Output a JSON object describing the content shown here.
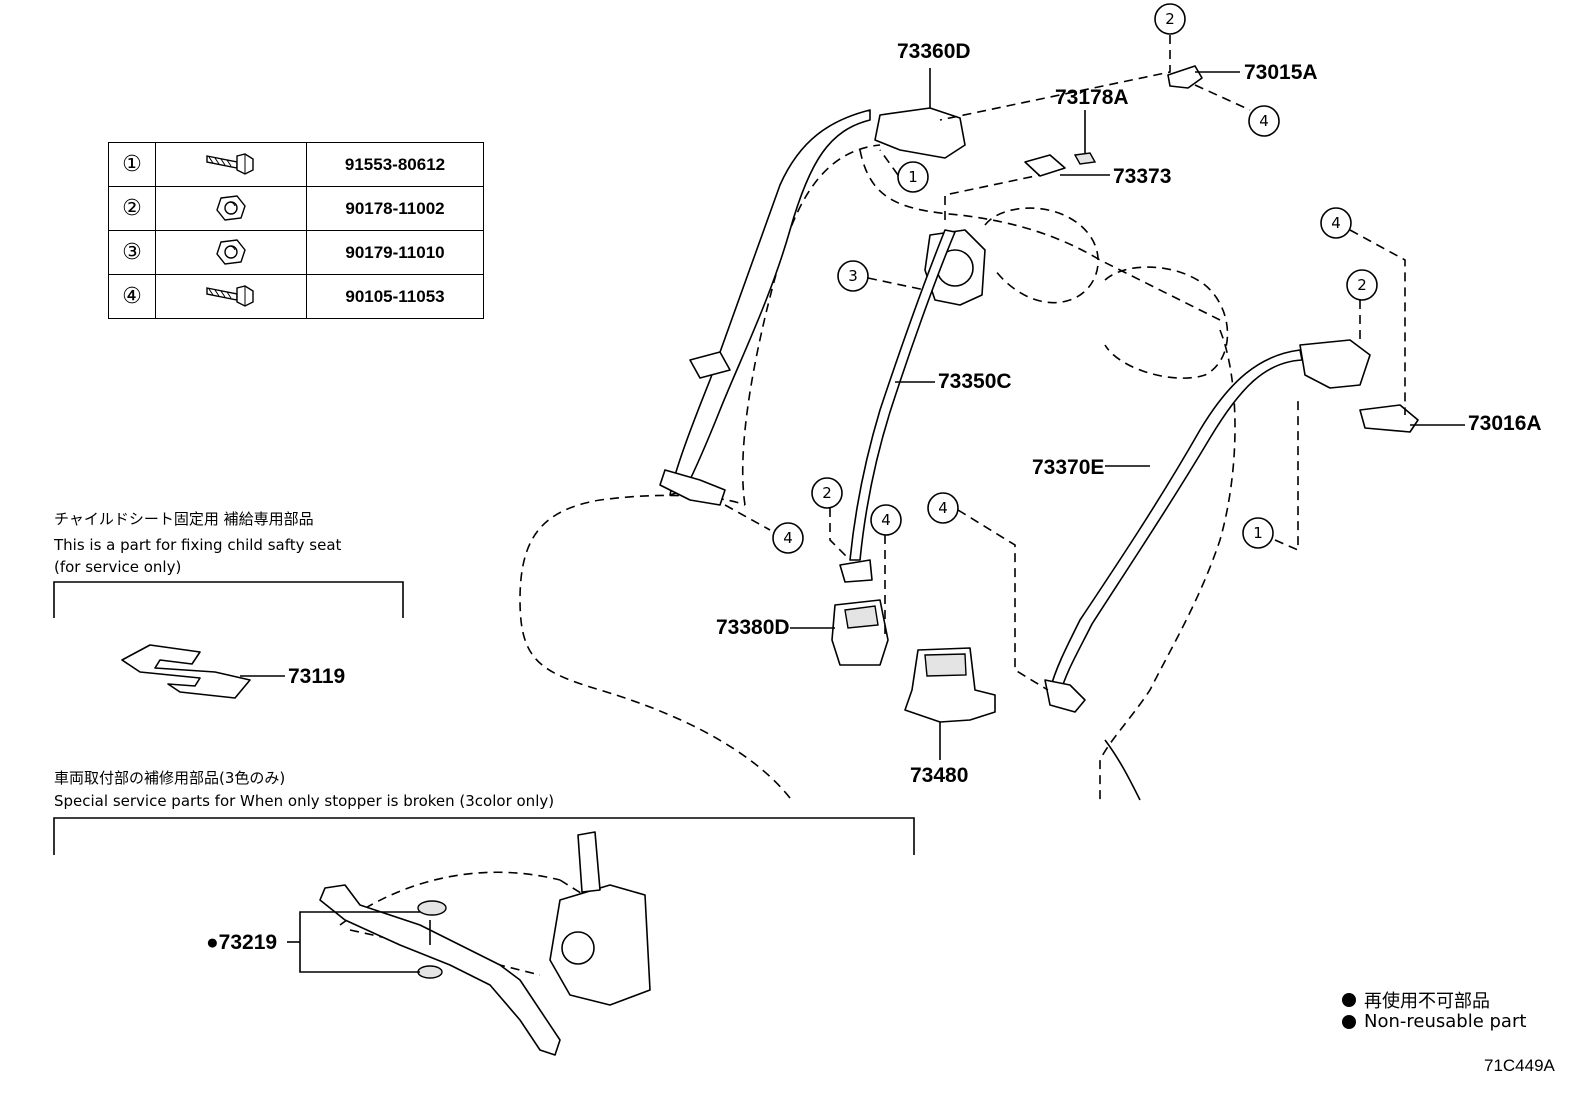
{
  "fastener_table": {
    "rows": [
      {
        "no": "①",
        "part": "91553-80612",
        "icon": "bolt-icon"
      },
      {
        "no": "②",
        "part": "90178-11002",
        "icon": "nut-icon"
      },
      {
        "no": "③",
        "part": "90179-11010",
        "icon": "nut-icon"
      },
      {
        "no": "④",
        "part": "90105-11053",
        "icon": "bolt-icon"
      }
    ]
  },
  "labels": {
    "p73360D": "73360D",
    "p73015A": "73015A",
    "p73178A": "73178A",
    "p73373": "73373",
    "p73350C": "73350C",
    "p73016A": "73016A",
    "p73370E": "73370E",
    "p73380D": "73380D",
    "p73480": "73480",
    "p73119": "73119",
    "p73219": "●73219"
  },
  "callouts": {
    "c1": "1",
    "c2": "2",
    "c3": "3",
    "c4": "4"
  },
  "child_seat_note": {
    "jp": "チャイルドシート固定用 補給専用部品",
    "en1": "This is a part for fixing child safty seat",
    "en2": "(for service only)"
  },
  "stopper_note": {
    "jp": "車両取付部の補修用部品(3色のみ)",
    "en": "Special service parts for When only stopper is broken (3color only)"
  },
  "legend": {
    "jp": "再使用不可部品",
    "en": "Non-reusable part"
  },
  "drawing_id": "71C449A"
}
